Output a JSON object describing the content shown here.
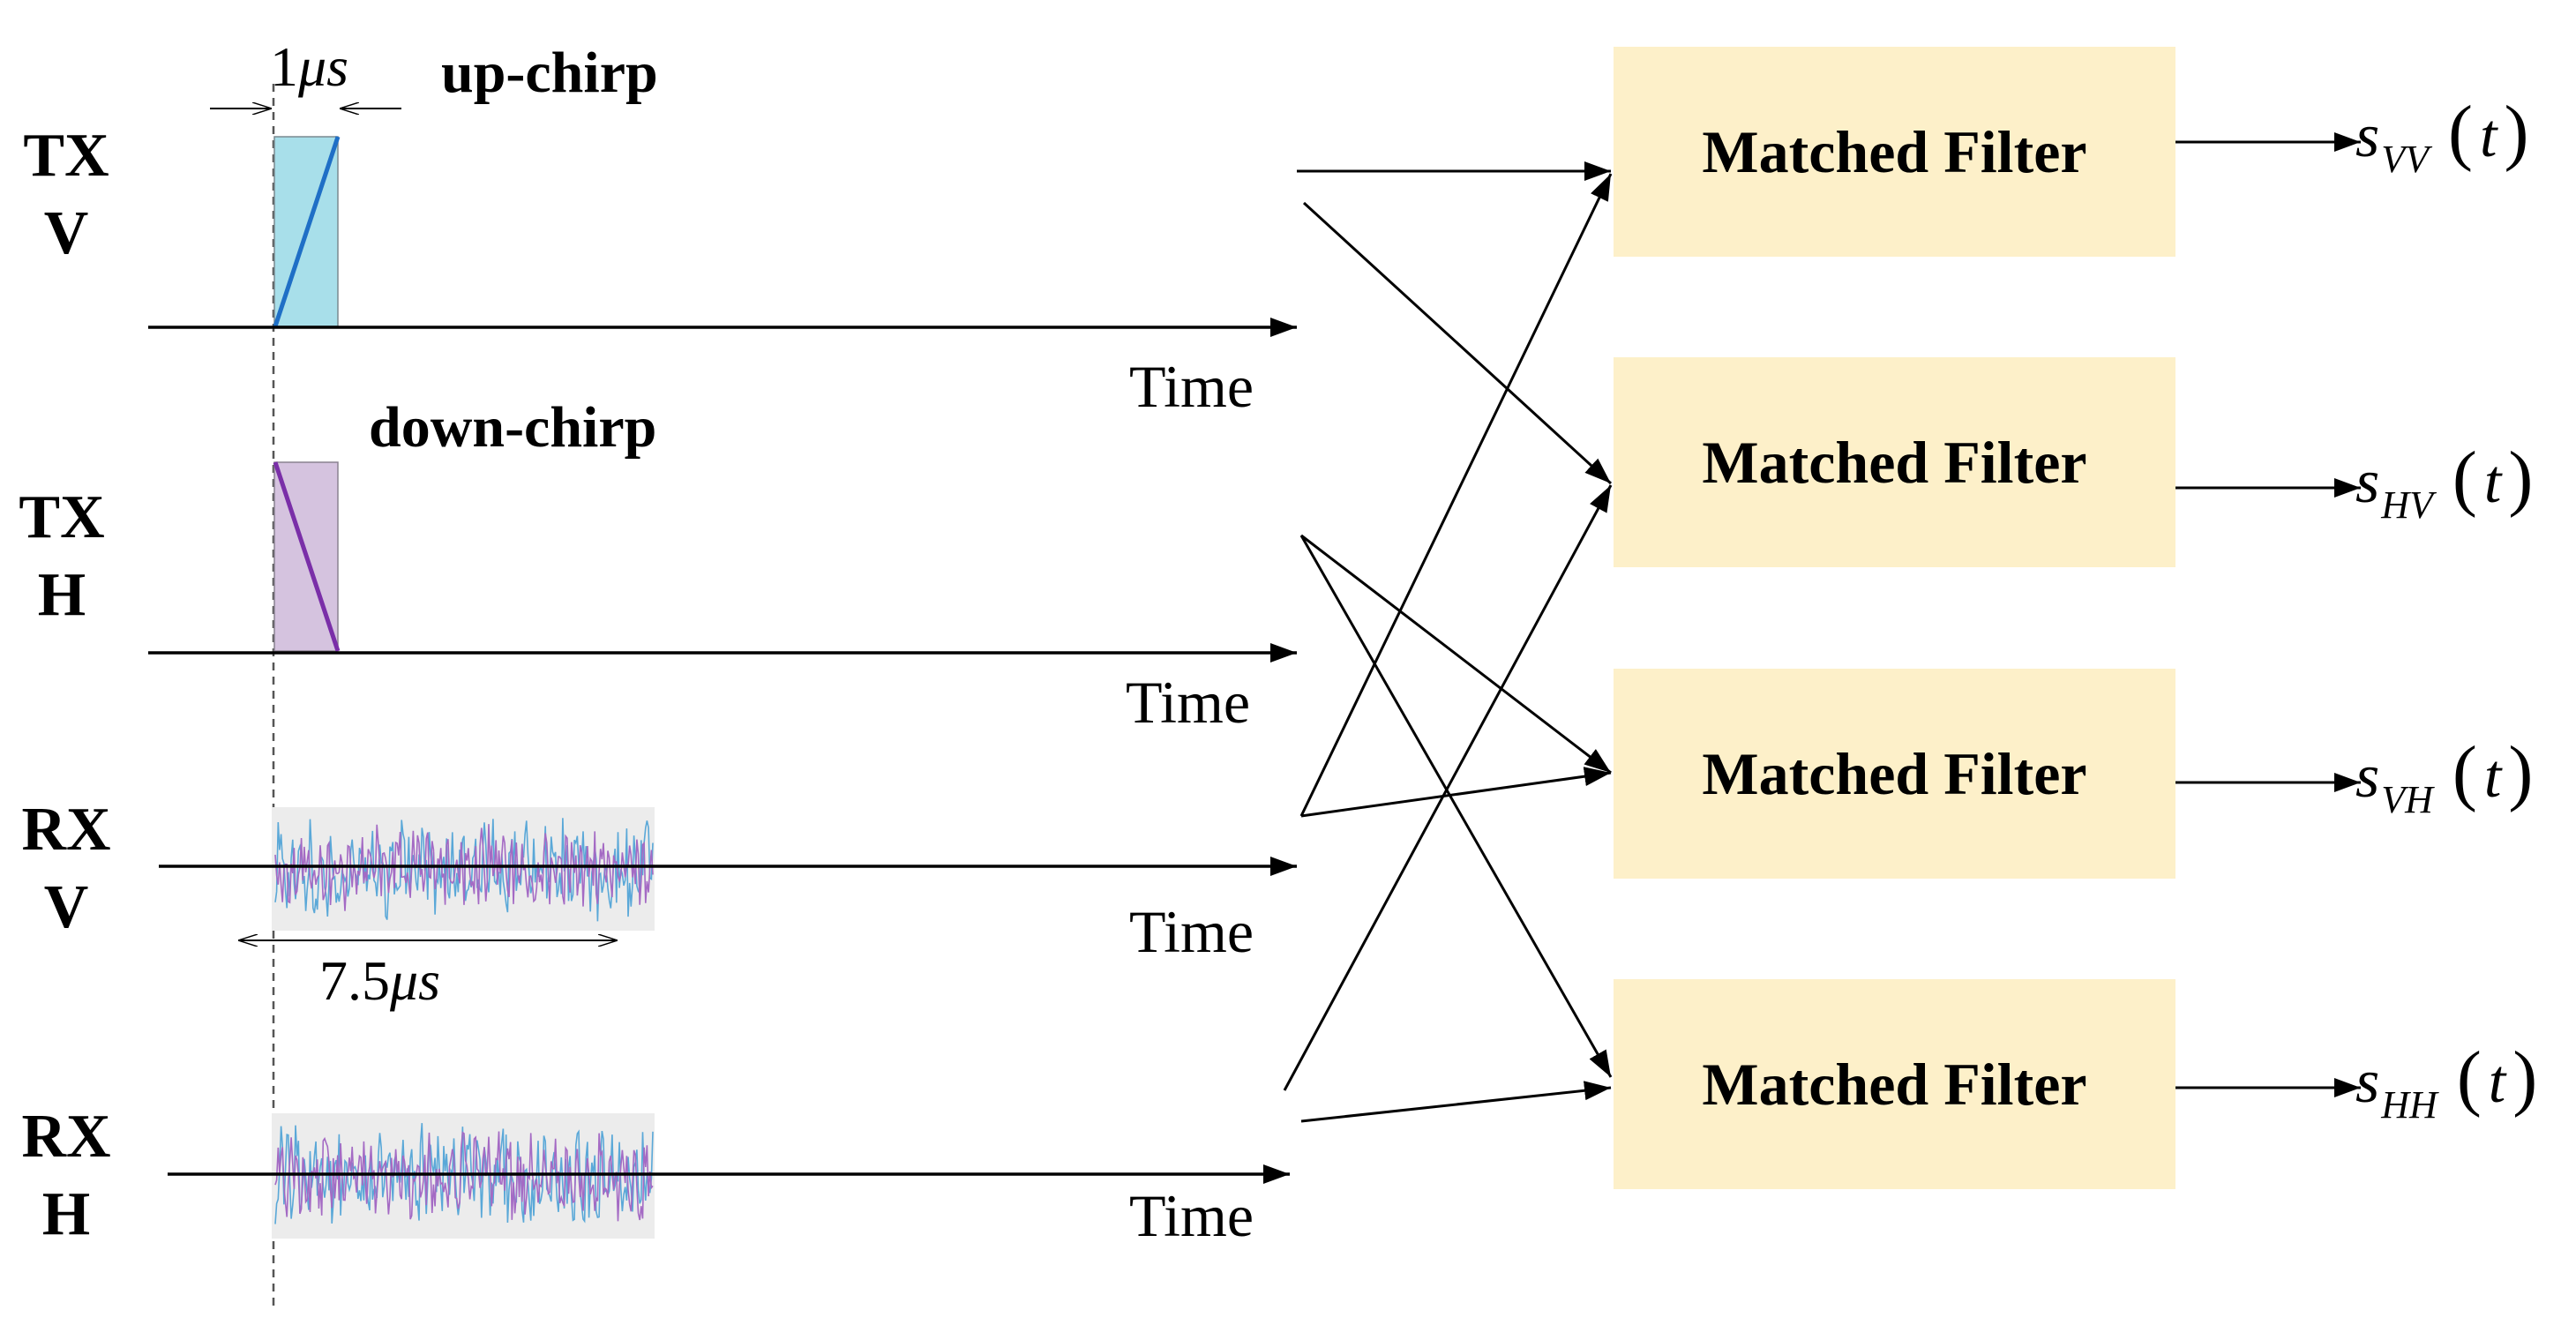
{
  "tx_v": {
    "line1": "TX",
    "line2": "V",
    "time_label": "Time",
    "chirp_label": "up-chirp"
  },
  "tx_h": {
    "line1": "TX",
    "line2": "H",
    "time_label": "Time",
    "chirp_label": "down-chirp"
  },
  "rx_v": {
    "line1": "RX",
    "line2": "V",
    "time_label": "Time"
  },
  "rx_h": {
    "line1": "RX",
    "line2": "H",
    "time_label": "Time"
  },
  "pulse_width": {
    "value": "1",
    "unit": "μs"
  },
  "rx_window": {
    "value": "7.5",
    "unit": "μs"
  },
  "filters": [
    {
      "label": "Matched Filter",
      "output_symbol": "s",
      "output_subscript": "VV",
      "output_arg": "t"
    },
    {
      "label": "Matched Filter",
      "output_symbol": "s",
      "output_subscript": "HV",
      "output_arg": "t"
    },
    {
      "label": "Matched Filter",
      "output_symbol": "s",
      "output_subscript": "VH",
      "output_arg": "t"
    },
    {
      "label": "Matched Filter",
      "output_symbol": "s",
      "output_subscript": "HH",
      "output_arg": "t"
    }
  ],
  "colors": {
    "upchirp_fill": "#a8dfea",
    "upchirp_line": "#1f6fc6",
    "downchirp_fill": "#d5c3df",
    "downchirp_line": "#7a2fa8",
    "rx_background": "#ececec",
    "rx_signal_a": "#5aa8d8",
    "rx_signal_b": "#a46ac4",
    "filter_fill": "#fdf0c9"
  }
}
